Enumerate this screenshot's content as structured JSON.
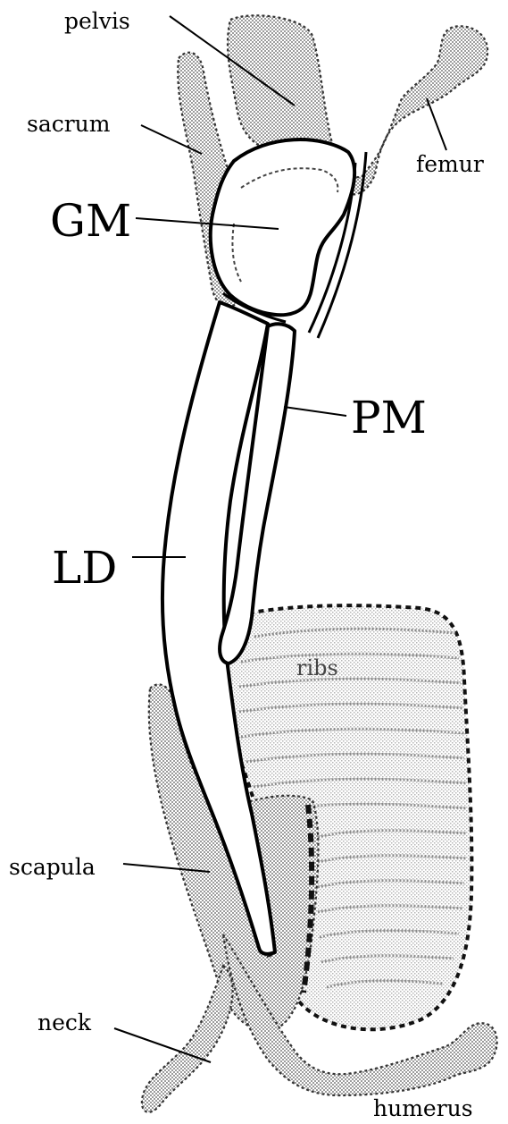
{
  "labels": {
    "pelvis": "pelvis",
    "sacrum": "sacrum",
    "femur": "femur",
    "gm": "GM",
    "pm": "PM",
    "ld": "LD",
    "ribs": "ribs",
    "scapula": "scapula",
    "neck": "neck",
    "humerus": "humerus"
  }
}
